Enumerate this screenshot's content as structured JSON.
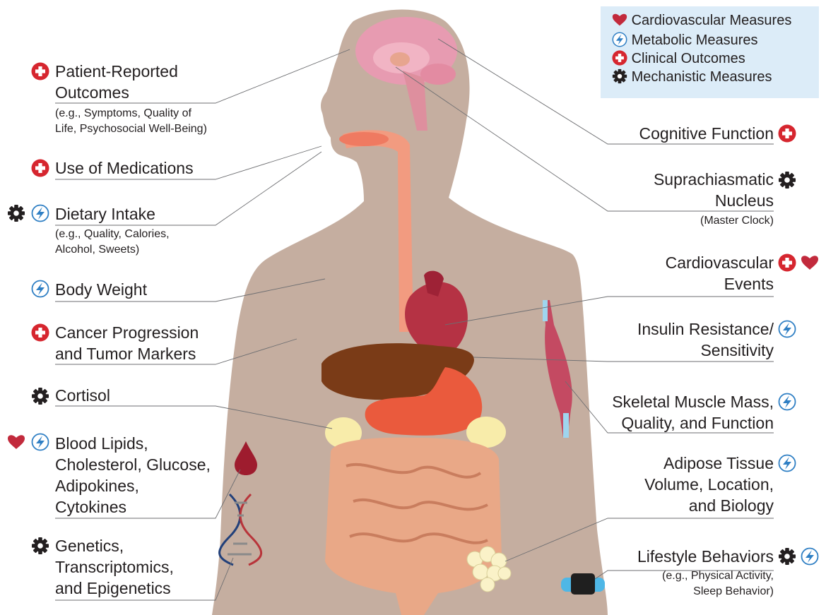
{
  "legend": {
    "items": [
      {
        "icon": "heart-icon",
        "label": "Cardiovascular Measures"
      },
      {
        "icon": "lightning-icon",
        "label": "Metabolic Measures"
      },
      {
        "icon": "cross-icon",
        "label": "Clinical Outcomes"
      },
      {
        "icon": "gear-icon",
        "label": "Mechanistic Measures"
      }
    ]
  },
  "left": {
    "patient": {
      "title1": "Patient-Reported",
      "title2": "Outcomes",
      "sub1": "(e.g., Symptoms, Quality of",
      "sub2": "Life, Psychosocial Well-Being)",
      "icons": [
        "cross-icon"
      ]
    },
    "medications": {
      "title": "Use of Medications",
      "icons": [
        "cross-icon"
      ]
    },
    "dietary": {
      "title": "Dietary Intake",
      "sub1": "(e.g., Quality, Calories,",
      "sub2": "Alcohol, Sweets)",
      "icons": [
        "gear-icon",
        "lightning-icon"
      ]
    },
    "weight": {
      "title": "Body Weight",
      "icons": [
        "lightning-icon"
      ]
    },
    "cancer": {
      "title1": "Cancer Progression",
      "title2": "and Tumor Markers",
      "icons": [
        "cross-icon"
      ]
    },
    "cortisol": {
      "title": "Cortisol",
      "icons": [
        "gear-icon"
      ]
    },
    "lipids": {
      "l1": "Blood Lipids,",
      "l2": "Cholesterol, Glucose,",
      "l3": "Adipokines,",
      "l4": "Cytokines",
      "icons": [
        "heart-icon",
        "lightning-icon"
      ]
    },
    "genetics": {
      "l1": "Genetics,",
      "l2": "Transcriptomics,",
      "l3": "and Epigenetics",
      "icons": [
        "gear-icon"
      ]
    }
  },
  "right": {
    "cognitive": {
      "title": "Cognitive Function",
      "icons": [
        "cross-icon"
      ]
    },
    "scn": {
      "title1": "Suprachiasmatic",
      "title2": "Nucleus",
      "sub": "(Master Clock)",
      "icons": [
        "gear-icon"
      ]
    },
    "cv_events": {
      "title1": "Cardiovascular",
      "title2": "Events",
      "icons": [
        "cross-icon",
        "heart-icon"
      ]
    },
    "insulin": {
      "title1": "Insulin Resistance/",
      "title2": "Sensitivity",
      "icons": [
        "lightning-icon"
      ]
    },
    "muscle": {
      "title1": "Skeletal Muscle Mass,",
      "title2": "Quality, and Function",
      "icons": [
        "lightning-icon"
      ]
    },
    "adipose": {
      "l1": "Adipose Tissue",
      "l2": "Volume, Location,",
      "l3": "and Biology",
      "icons": [
        "lightning-icon"
      ]
    },
    "lifestyle": {
      "title": "Lifestyle Behaviors",
      "sub1": "(e.g., Physical Activity,",
      "sub2": "Sleep Behavior)",
      "icons": [
        "gear-icon",
        "lightning-icon"
      ]
    }
  },
  "colors": {
    "body": "#c5aea0",
    "clinical_red": "#d6262f",
    "cardio_red": "#c22a3c",
    "metabolic_blue": "#2f7fc4",
    "mechanistic_black": "#231f20",
    "legend_bg": "#dcecf8"
  }
}
